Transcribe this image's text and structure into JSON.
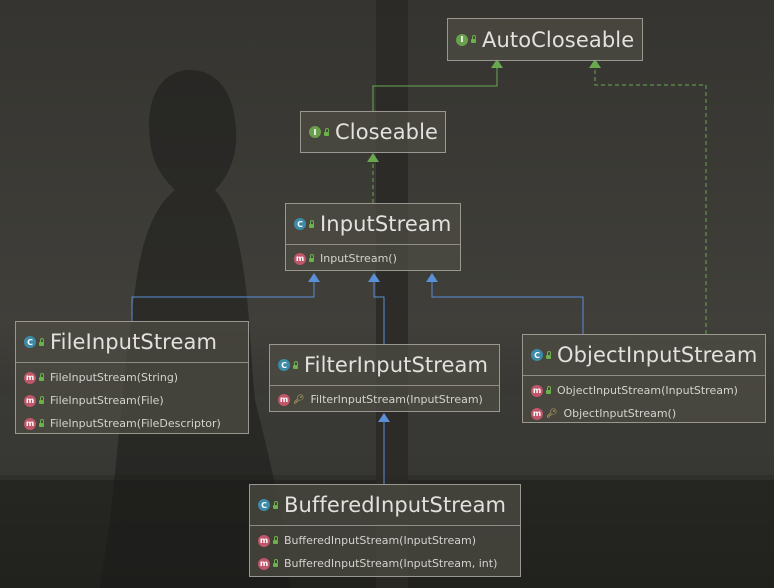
{
  "diagram": {
    "nodes": {
      "auto_closeable": {
        "kind": "I",
        "name": "AutoCloseable",
        "members": []
      },
      "closeable": {
        "kind": "I",
        "name": "Closeable",
        "members": []
      },
      "input_stream": {
        "kind": "C",
        "name": "InputStream",
        "members": [
          {
            "kind": "m",
            "access": "public",
            "signature": "InputStream()"
          }
        ]
      },
      "file_input_stream": {
        "kind": "C",
        "name": "FileInputStream",
        "members": [
          {
            "kind": "m",
            "access": "public",
            "signature": "FileInputStream(String)"
          },
          {
            "kind": "m",
            "access": "public",
            "signature": "FileInputStream(File)"
          },
          {
            "kind": "m",
            "access": "public",
            "signature": "FileInputStream(FileDescriptor)"
          }
        ]
      },
      "filter_input_stream": {
        "kind": "C",
        "name": "FilterInputStream",
        "members": [
          {
            "kind": "m",
            "access": "protected",
            "signature": "FilterInputStream(InputStream)"
          }
        ]
      },
      "object_input_stream": {
        "kind": "C",
        "name": "ObjectInputStream",
        "members": [
          {
            "kind": "m",
            "access": "public",
            "signature": "ObjectInputStream(InputStream)"
          },
          {
            "kind": "m",
            "access": "protected",
            "signature": "ObjectInputStream()"
          }
        ]
      },
      "buffered_input_stream": {
        "kind": "C",
        "name": "BufferedInputStream",
        "members": [
          {
            "kind": "m",
            "access": "public",
            "signature": "BufferedInputStream(InputStream)"
          },
          {
            "kind": "m",
            "access": "public",
            "signature": "BufferedInputStream(InputStream, int)"
          }
        ]
      }
    },
    "edges": [
      {
        "from": "closeable",
        "to": "auto_closeable",
        "type": "extends"
      },
      {
        "from": "input_stream",
        "to": "closeable",
        "type": "implements"
      },
      {
        "from": "object_input_stream",
        "to": "auto_closeable",
        "type": "implements"
      },
      {
        "from": "file_input_stream",
        "to": "input_stream",
        "type": "extends"
      },
      {
        "from": "filter_input_stream",
        "to": "input_stream",
        "type": "extends"
      },
      {
        "from": "object_input_stream",
        "to": "input_stream",
        "type": "extends"
      },
      {
        "from": "buffered_input_stream",
        "to": "filter_input_stream",
        "type": "extends"
      }
    ],
    "colors": {
      "interface_edge": "#6aa84f",
      "class_edge": "#5b8fd6",
      "interface_icon": "#6aa04d",
      "class_icon": "#3d8aa8",
      "method_icon": "#c0566a"
    }
  }
}
